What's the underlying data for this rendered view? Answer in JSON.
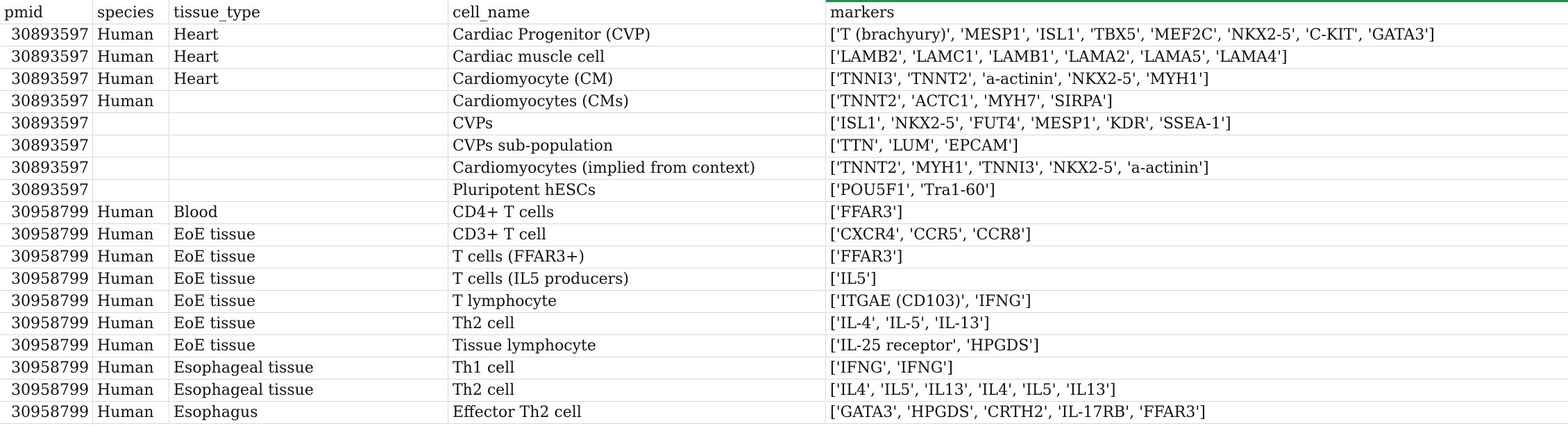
{
  "header": {
    "pmid": "pmid",
    "species": "species",
    "tissue_type": "tissue_type",
    "cell_name": "cell_name",
    "markers": "markers"
  },
  "rows": [
    {
      "pmid": "30893597",
      "species": "Human",
      "tissue_type": "Heart",
      "cell_name": "Cardiac Progenitor (CVP)",
      "markers": "['T (brachyury)', 'MESP1', 'ISL1', 'TBX5', 'MEF2C', 'NKX2-5', 'C-KIT', 'GATA3']"
    },
    {
      "pmid": "30893597",
      "species": "Human",
      "tissue_type": "Heart",
      "cell_name": "Cardiac muscle cell",
      "markers": "['LAMB2', 'LAMC1', 'LAMB1', 'LAMA2', 'LAMA5', 'LAMA4']"
    },
    {
      "pmid": "30893597",
      "species": "Human",
      "tissue_type": "Heart",
      "cell_name": "Cardiomyocyte (CM)",
      "markers": "['TNNI3', 'TNNT2', 'a-actinin', 'NKX2-5', 'MYH1']"
    },
    {
      "pmid": "30893597",
      "species": "Human",
      "tissue_type": "",
      "cell_name": "Cardiomyocytes (CMs)",
      "markers": "['TNNT2', 'ACTC1', 'MYH7', 'SIRPA']"
    },
    {
      "pmid": "30893597",
      "species": "",
      "tissue_type": "",
      "cell_name": "CVPs",
      "markers": "['ISL1', 'NKX2-5', 'FUT4', 'MESP1', 'KDR', 'SSEA-1']"
    },
    {
      "pmid": "30893597",
      "species": "",
      "tissue_type": "",
      "cell_name": "CVPs sub-population",
      "markers": "['TTN', 'LUM', 'EPCAM']"
    },
    {
      "pmid": "30893597",
      "species": "",
      "tissue_type": "",
      "cell_name": "Cardiomyocytes (implied from context)",
      "markers": "['TNNT2', 'MYH1', 'TNNI3', 'NKX2-5', 'a-actinin']"
    },
    {
      "pmid": "30893597",
      "species": "",
      "tissue_type": "",
      "cell_name": "Pluripotent hESCs",
      "markers": "['POU5F1', 'Tra1-60']"
    },
    {
      "pmid": "30958799",
      "species": "Human",
      "tissue_type": "Blood",
      "cell_name": "CD4+ T cells",
      "markers": "['FFAR3']"
    },
    {
      "pmid": "30958799",
      "species": "Human",
      "tissue_type": "EoE tissue",
      "cell_name": "CD3+ T cell",
      "markers": "['CXCR4', 'CCR5', 'CCR8']"
    },
    {
      "pmid": "30958799",
      "species": "Human",
      "tissue_type": "EoE tissue",
      "cell_name": "T cells (FFAR3+)",
      "markers": "['FFAR3']"
    },
    {
      "pmid": "30958799",
      "species": "Human",
      "tissue_type": "EoE tissue",
      "cell_name": "T cells (IL5 producers)",
      "markers": "['IL5']"
    },
    {
      "pmid": "30958799",
      "species": "Human",
      "tissue_type": "EoE tissue",
      "cell_name": "T lymphocyte",
      "markers": "['ITGAE (CD103)', 'IFNG']"
    },
    {
      "pmid": "30958799",
      "species": "Human",
      "tissue_type": "EoE tissue",
      "cell_name": "Th2 cell",
      "markers": "['IL-4', 'IL-5', 'IL-13']"
    },
    {
      "pmid": "30958799",
      "species": "Human",
      "tissue_type": "EoE tissue",
      "cell_name": "Tissue lymphocyte",
      "markers": "['IL-25 receptor', 'HPGDS']"
    },
    {
      "pmid": "30958799",
      "species": "Human",
      "tissue_type": "Esophageal tissue",
      "cell_name": "Th1 cell",
      "markers": "['IFNG', 'IFNG']"
    },
    {
      "pmid": "30958799",
      "species": "Human",
      "tissue_type": "Esophageal tissue",
      "cell_name": "Th2 cell",
      "markers": "['IL4', 'IL5', 'IL13', 'IL4', 'IL5', 'IL13']"
    },
    {
      "pmid": "30958799",
      "species": "Human",
      "tissue_type": "Esophagus",
      "cell_name": "Effector Th2 cell",
      "markers": "['GATA3', 'HPGDS', 'CRTH2', 'IL-17RB', 'FFAR3']"
    }
  ],
  "colors": {
    "grid_line": "#d9d9d9",
    "selection_accent": "#1f8f4b",
    "text": "#111111"
  }
}
